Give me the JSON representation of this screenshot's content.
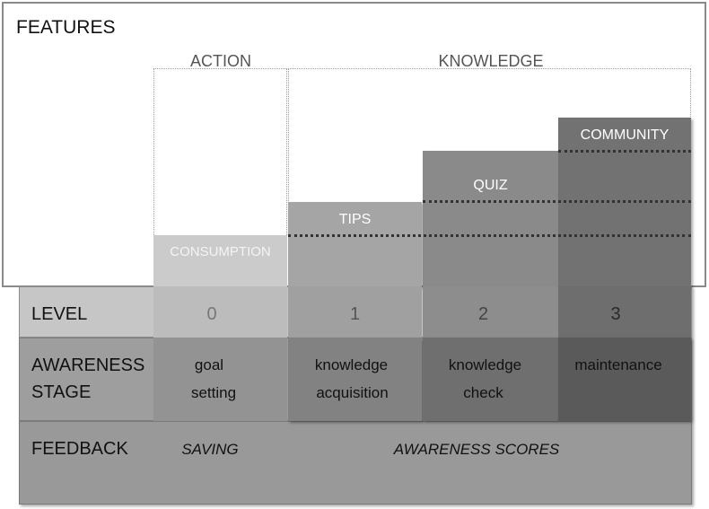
{
  "title": "FEATURES",
  "groups": {
    "action": "ACTION",
    "knowledge": "KNOWLEDGE"
  },
  "features": {
    "consumption": "CONSUMPTION",
    "tips": "TIPS",
    "quiz": "QUIZ",
    "community": "COMMUNITY"
  },
  "rows": {
    "level": {
      "label": "LEVEL",
      "values": [
        "0",
        "1",
        "2",
        "3"
      ]
    },
    "awareness": {
      "label_line1": "AWARENESS",
      "label_line2": "STAGE",
      "stages": [
        {
          "line1": "goal",
          "line2": "setting"
        },
        {
          "line1": "knowledge",
          "line2": "acquisition"
        },
        {
          "line1": "knowledge",
          "line2": "check"
        },
        {
          "line1": "maintenance",
          "line2": ""
        }
      ]
    },
    "feedback": {
      "label": "FEEDBACK",
      "saving": "SAVING",
      "awareness_scores": "AWARENESS SCORES"
    }
  }
}
